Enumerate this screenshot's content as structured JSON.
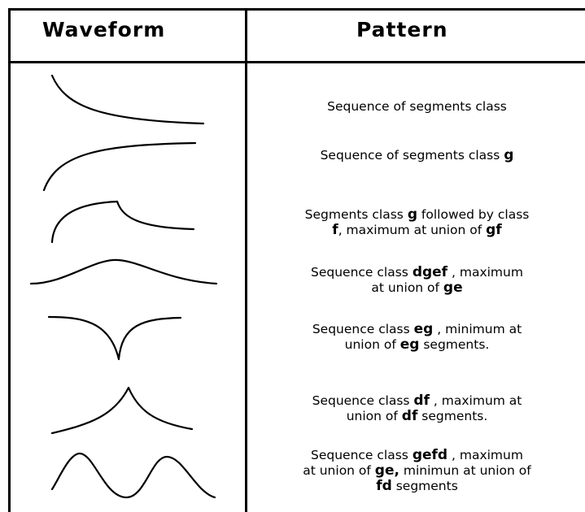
{
  "header": {
    "waveform": "Waveform",
    "pattern": "Pattern"
  },
  "rows": [
    {
      "lines": [
        [
          {
            "t": "Sequence of segments class "
          }
        ]
      ]
    },
    {
      "lines": [
        [
          {
            "t": "Sequence of segments class "
          },
          {
            "t": "g",
            "b": true
          }
        ]
      ]
    },
    {
      "lines": [
        [
          {
            "t": "Segments class "
          },
          {
            "t": "g",
            "b": true
          },
          {
            "t": " followed by class"
          }
        ],
        [
          {
            "t": "f",
            "b": true
          },
          {
            "t": ", maximum at union of "
          },
          {
            "t": "gf",
            "b": true
          }
        ]
      ]
    },
    {
      "lines": [
        [
          {
            "t": "Sequence class "
          },
          {
            "t": "dgef",
            "b": true
          },
          {
            "t": " , maximum"
          }
        ],
        [
          {
            "t": "at union of "
          },
          {
            "t": "ge",
            "b": true
          }
        ]
      ]
    },
    {
      "lines": [
        [
          {
            "t": "Sequence class "
          },
          {
            "t": "eg",
            "b": true
          },
          {
            "t": " , minimum at"
          }
        ],
        [
          {
            "t": "union of "
          },
          {
            "t": "eg",
            "b": true
          },
          {
            "t": " segments."
          }
        ]
      ]
    },
    {
      "lines": [
        [
          {
            "t": "Sequence class "
          },
          {
            "t": "df",
            "b": true
          },
          {
            "t": " , maximum at"
          }
        ],
        [
          {
            "t": "union of "
          },
          {
            "t": "df",
            "b": true
          },
          {
            "t": " segments."
          }
        ]
      ]
    },
    {
      "lines": [
        [
          {
            "t": "Sequence class "
          },
          {
            "t": "gefd",
            "b": true
          },
          {
            "t": " , maximum"
          }
        ],
        [
          {
            "t": "at union of "
          },
          {
            "t": "ge,",
            "b": true
          },
          {
            "t": " minimun at union of"
          }
        ],
        [
          {
            "t": "fd",
            "b": true
          },
          {
            "t": " segments"
          }
        ]
      ]
    }
  ]
}
